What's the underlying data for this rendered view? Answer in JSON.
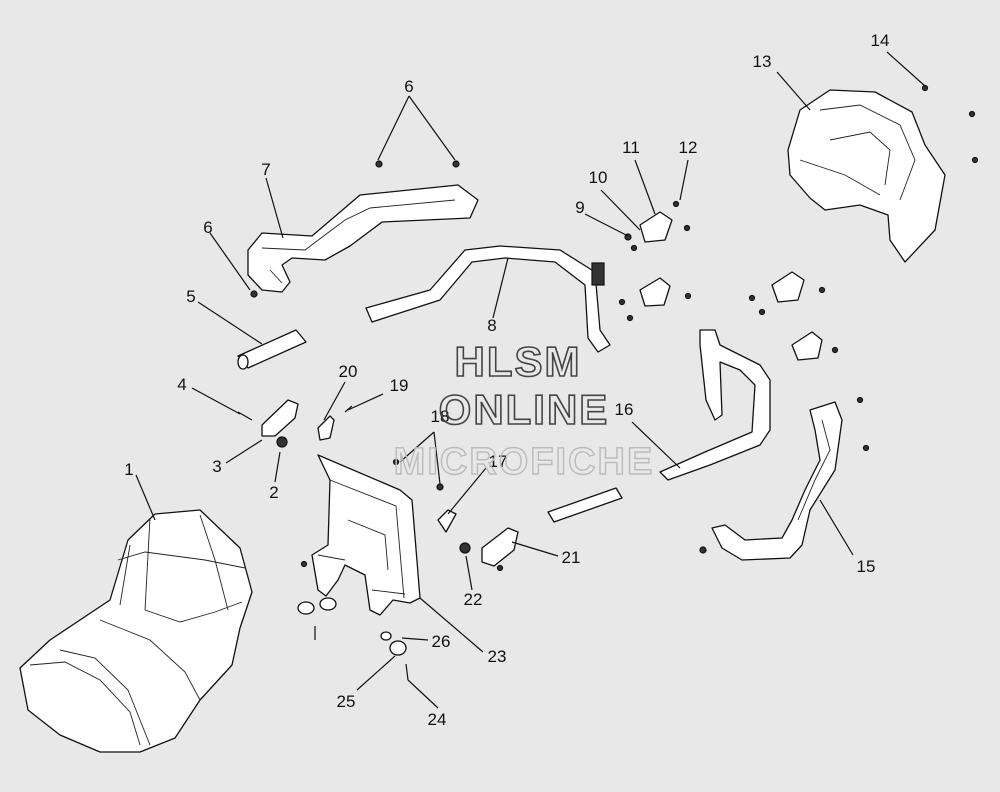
{
  "watermark": {
    "line1": "HLSM",
    "line2": "ONLINE",
    "line3": "MICROFICHE"
  },
  "callouts": [
    "1",
    "2",
    "3",
    "4",
    "5",
    "6",
    "6",
    "7",
    "8",
    "9",
    "10",
    "11",
    "12",
    "13",
    "14",
    "15",
    "16",
    "17",
    "18",
    "19",
    "20",
    "21",
    "22",
    "23",
    "24",
    "25",
    "26"
  ]
}
